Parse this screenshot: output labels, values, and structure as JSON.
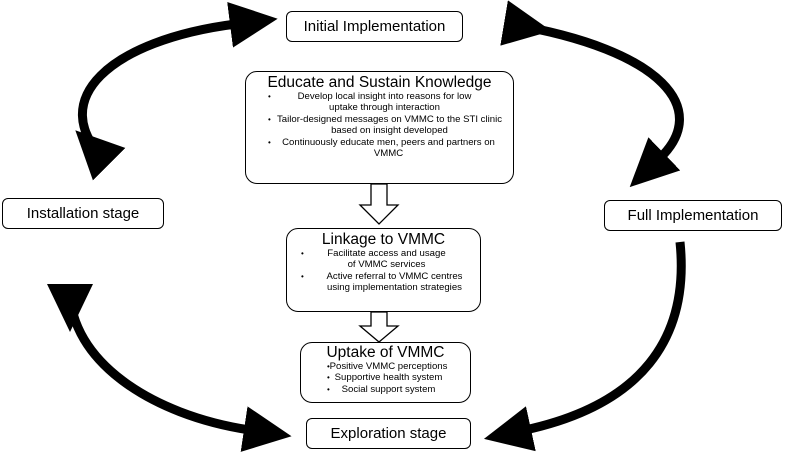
{
  "stages": {
    "initial": "Initial Implementation",
    "installation": "Installation stage",
    "full": "Full Implementation",
    "exploration": "Exploration stage"
  },
  "panels": {
    "educate": {
      "title": "Educate and Sustain Knowledge",
      "bullets": [
        "Develop local insight into reasons for low uptake through interaction",
        "Tailor-designed messages on VMMC to the STI clinic based on insight developed",
        "Continuously educate men, peers and partners on VMMC"
      ]
    },
    "linkage": {
      "title": "Linkage to VMMC",
      "bullets": [
        "Facilitate access and usage of VMMC services",
        "Active referral to VMMC centres using implementation strategies"
      ]
    },
    "uptake": {
      "title": "Uptake of VMMC",
      "bullets": [
        "Positive VMMC perceptions",
        "Supportive health system",
        "Social support system"
      ]
    }
  },
  "colors": {
    "arrow": "#000000",
    "border": "#000000",
    "background": "#ffffff"
  }
}
